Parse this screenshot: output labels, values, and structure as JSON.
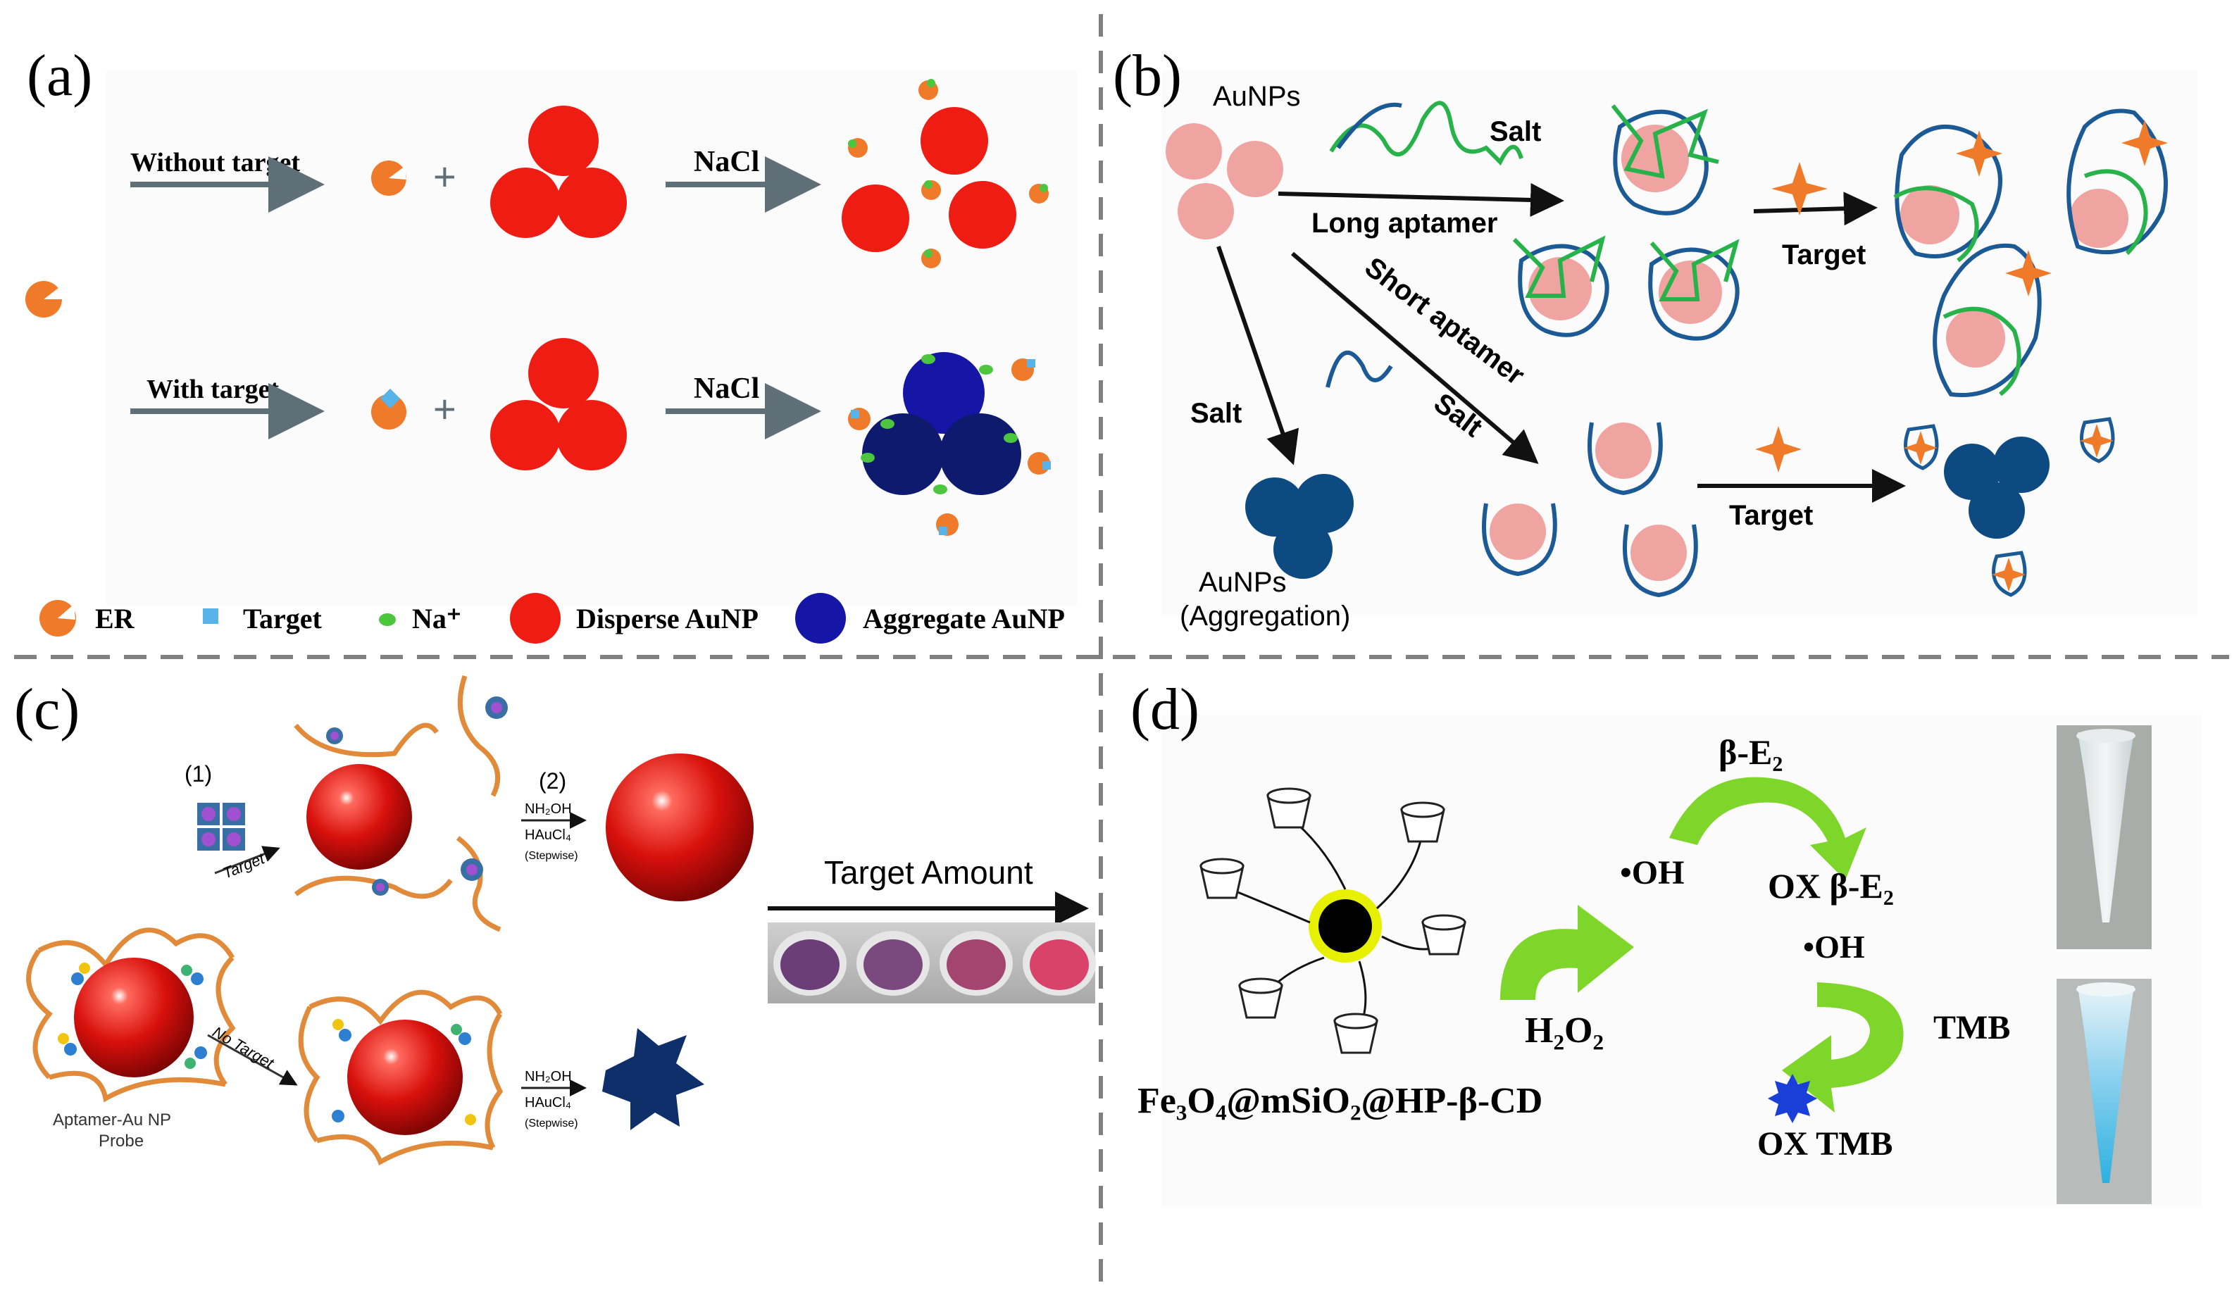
{
  "colors": {
    "disperse": "#ee1c12",
    "aggregate_a": "#1616a6",
    "aggregate_b": "#0e4a82",
    "au_pink": "#f0a4a1",
    "green": "#27b34a",
    "blue_strand": "#1c5a96",
    "orange": "#ef7a2a",
    "target_blue": "#57b3e8",
    "na_green": "#4cc63f",
    "arrow_gray": "#5f6f78",
    "arrow_green": "#7fd62a",
    "divider": "#808080"
  },
  "panels": {
    "a": {
      "label": "(a)",
      "row1_label": "Without target",
      "row2_label": "With target",
      "nacl1": "NaCl",
      "nacl2": "NaCl",
      "plus": "+",
      "legend": {
        "er": "ER",
        "target": "Target",
        "na": "Na⁺",
        "disperse": "Disperse AuNP",
        "aggregate": "Aggregate AuNP"
      }
    },
    "b": {
      "label": "(b)",
      "aunps": "AuNPs",
      "salt_top": "Salt",
      "long_aptamer": "Long aptamer",
      "short_aptamer": "Short aptamer",
      "salt_diag": "Salt",
      "salt_left": "Salt",
      "target_top": "Target",
      "target_bottom": "Target",
      "aggregation_line1": "AuNPs",
      "aggregation_line2": "(Aggregation)"
    },
    "c": {
      "label": "(c)",
      "step1": "(1)",
      "step2": "(2)",
      "target": "Target",
      "no_target": "No Target",
      "reagent_top": [
        "NH₂OH",
        "HAuCl₄",
        "(Stepwise)"
      ],
      "reagent_bottom": [
        "NH₂OH",
        "HAuCl₄",
        "(Stepwise)"
      ],
      "probe_line1": "Aptamer-Au NP",
      "probe_line2": "Probe",
      "target_amount": "Target Amount",
      "well_colors": [
        "#6b3e77",
        "#7a4a7e",
        "#a4456f",
        "#d9436a"
      ]
    },
    "d": {
      "label": "(d)",
      "beta_e2": "β-E₂",
      "oh1": "•OH",
      "ox_beta_e2": "OX β-E₂",
      "oh2": "•OH",
      "h2o2": "H₂O₂",
      "tmb": "TMB",
      "ox_tmb": "OX TMB",
      "composite": "Fe₃O₄@mSiO₂@HP-β-CD"
    }
  }
}
